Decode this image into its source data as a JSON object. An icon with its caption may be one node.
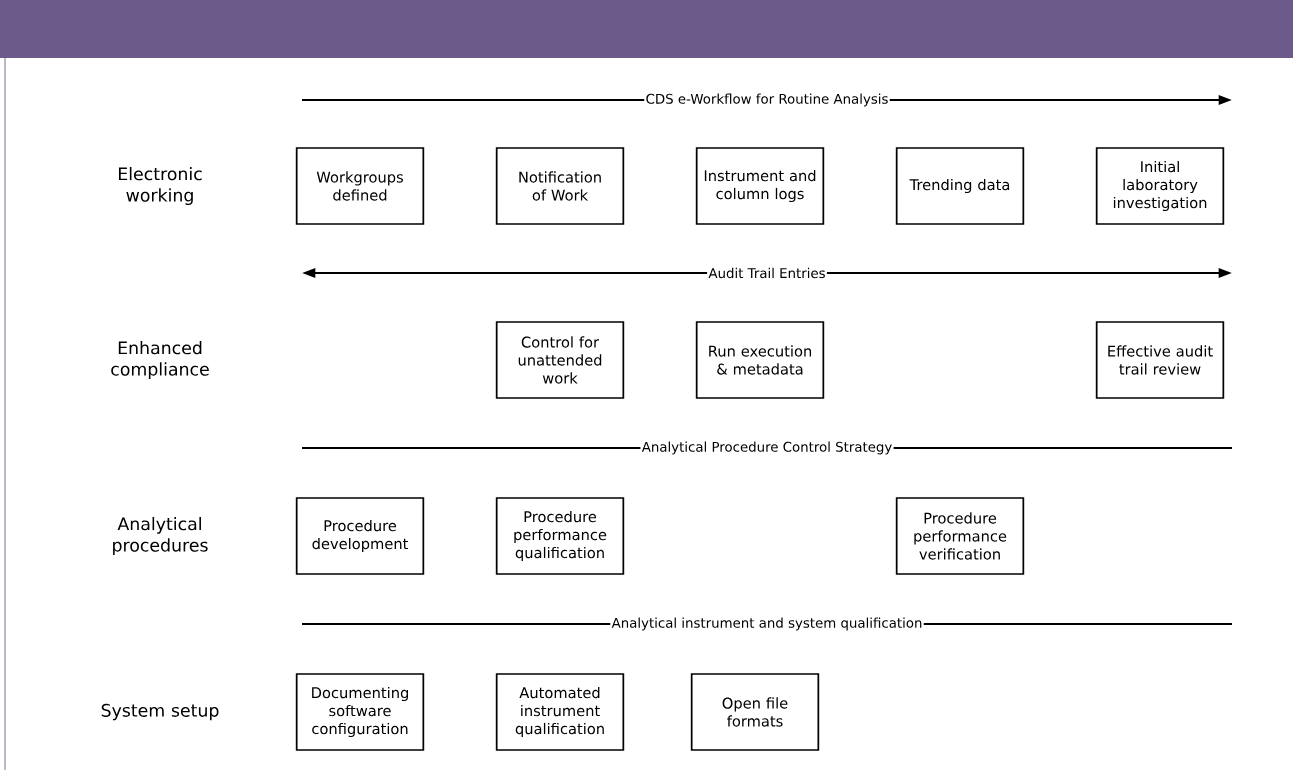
{
  "diagram": {
    "nodes": [
      {
        "text": [
          "Workgroups defined"
        ]
      },
      {
        "text": [
          "Notification of Work"
        ]
      },
      {
        "text": [
          "Instrument and column logs"
        ]
      },
      {
        "text": [
          "Trending data"
        ]
      },
      {
        "text": [
          "Initial laboratory investigation"
        ]
      },
      {
        "text": [
          "Control for unattended work"
        ]
      },
      {
        "text": [
          "Run execution & metadata"
        ]
      },
      {
        "text": [
          "Effective audit trail review"
        ]
      },
      {
        "text": [
          "Procedure development"
        ]
      },
      {
        "text": [
          "Procedure performance qualification"
        ]
      },
      {
        "text": [
          "Procedure performance verification"
        ]
      },
      {
        "text": [
          "Documenting software configuration"
        ]
      },
      {
        "text": [
          "Automated instrument qualification"
        ]
      },
      {
        "text": [
          "Open file formats"
        ]
      }
    ],
    "labels": [
      "CDS e-Workflow for Routine Analysis",
      "Electronic working",
      "Audit Trail Entries",
      "Enhanced compliance",
      "Analytical Procedure Control Strategy",
      "Analytical procedures",
      "Analytical instrument and system qualification",
      "System setup"
    ]
  }
}
